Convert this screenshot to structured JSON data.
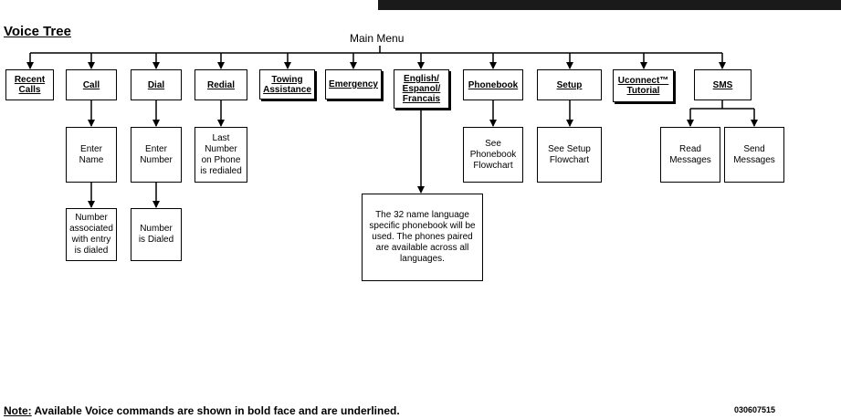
{
  "title": "Voice Tree",
  "root": "Main Menu",
  "commands": [
    {
      "id": "recent-calls",
      "label": "Recent\nCalls"
    },
    {
      "id": "call",
      "label": "Call"
    },
    {
      "id": "dial",
      "label": "Dial"
    },
    {
      "id": "redial",
      "label": "Redial"
    },
    {
      "id": "towing-assistance",
      "label": "Towing\nAssistance"
    },
    {
      "id": "emergency",
      "label": "Emergency"
    },
    {
      "id": "english-espanol-francais",
      "label": "English/\nEspanol/\nFrancais"
    },
    {
      "id": "phonebook",
      "label": "Phonebook"
    },
    {
      "id": "setup",
      "label": "Setup"
    },
    {
      "id": "uconnect-tutorial",
      "label": "Uconnect™\nTutorial"
    },
    {
      "id": "sms",
      "label": "SMS"
    }
  ],
  "details": {
    "call_enter_name": "Enter\nName",
    "call_result": "Number\nassociated\nwith entry\nis dialed",
    "dial_enter_number": "Enter\nNumber",
    "dial_result": "Number\nis Dialed",
    "redial_result": "Last\nNumber\non Phone\nis redialed",
    "language_note": "The 32 name language\nspecific phonebook will be\nused. The phones paired\nare available across all\nlanguages.",
    "phonebook_ref": "See\nPhonebook\nFlowchart",
    "setup_ref": "See Setup\nFlowchart",
    "sms_read": "Read\nMessages",
    "sms_send": "Send\nMessages"
  },
  "note": {
    "prefix": "Note:",
    "text": " Available Voice commands are shown in bold face and are underlined."
  },
  "figure_code": "030607515"
}
